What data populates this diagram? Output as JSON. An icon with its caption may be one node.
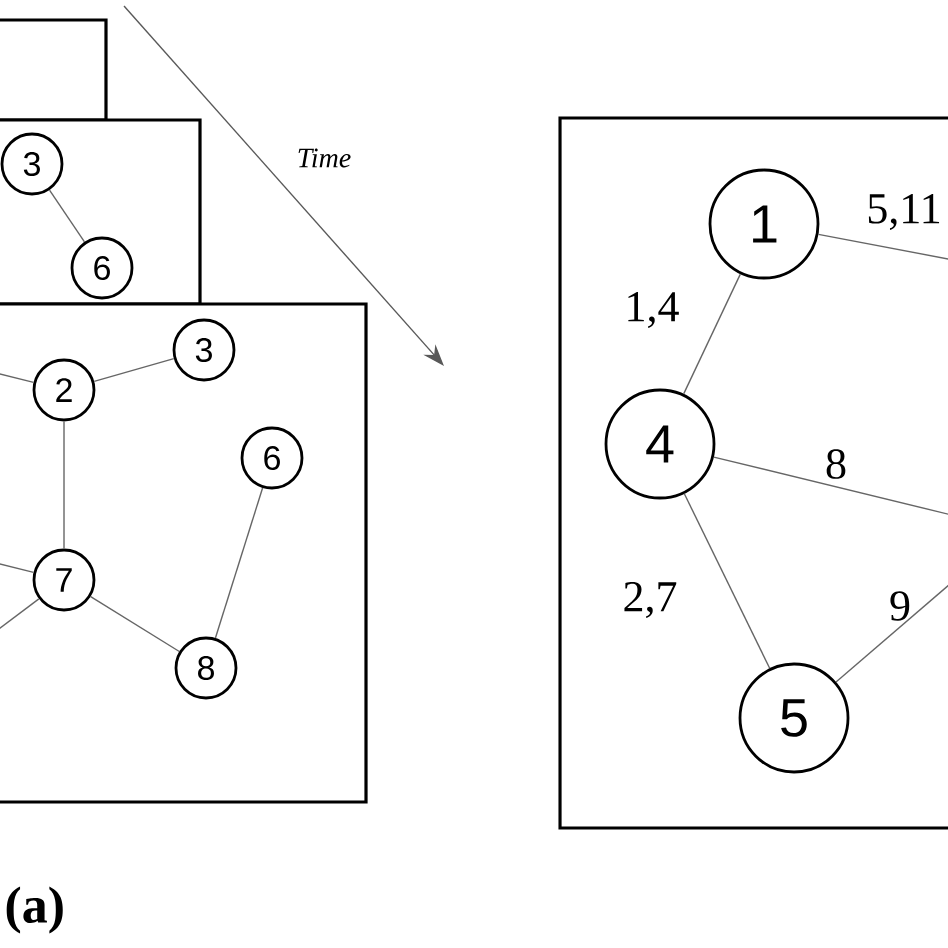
{
  "diagram": {
    "nodes": [
      {
        "text": [],
        "shape": "box"
      },
      {
        "text": [],
        "shape": "box"
      },
      {
        "text": [
          "3"
        ],
        "in": 1
      },
      {
        "text": [
          "6"
        ],
        "in": 1
      },
      {
        "text": [],
        "shape": "box"
      },
      {
        "text": [
          "2"
        ],
        "in": 4
      },
      {
        "text": [
          "3"
        ],
        "in": 4
      },
      {
        "text": [
          "6"
        ],
        "in": 4
      },
      {
        "text": [
          "7"
        ],
        "in": 4
      },
      {
        "text": [
          "8"
        ],
        "in": 4
      },
      {
        "text": [],
        "shape": "box"
      },
      {
        "text": [
          "1"
        ],
        "in": 10
      },
      {
        "text": [
          "4"
        ],
        "in": 10
      },
      {
        "text": [
          "5"
        ],
        "in": 10
      }
    ],
    "edges": [
      {
        "from": 2,
        "to": 3,
        "arrow": "none"
      },
      {
        "from": 5,
        "to": null,
        "arrow": "none"
      },
      {
        "from": 5,
        "to": 6,
        "arrow": "none"
      },
      {
        "from": 5,
        "to": 8,
        "arrow": "none"
      },
      {
        "from": 8,
        "to": null,
        "arrow": "none"
      },
      {
        "from": 8,
        "to": null,
        "arrow": "none"
      },
      {
        "from": 8,
        "to": 9,
        "arrow": "none"
      },
      {
        "from": 9,
        "to": 7,
        "arrow": "none"
      },
      {
        "from": 11,
        "to": 12,
        "arrow": "none",
        "label": "1,4"
      },
      {
        "from": 11,
        "to": null,
        "arrow": "none",
        "label": "5,11"
      },
      {
        "from": 12,
        "to": null,
        "arrow": "none",
        "label": "8"
      },
      {
        "from": 12,
        "to": 13,
        "arrow": "none",
        "label": "2,7"
      },
      {
        "from": 13,
        "to": null,
        "arrow": "none",
        "label": "9"
      }
    ],
    "labels": [
      "Time",
      "(a)"
    ]
  }
}
